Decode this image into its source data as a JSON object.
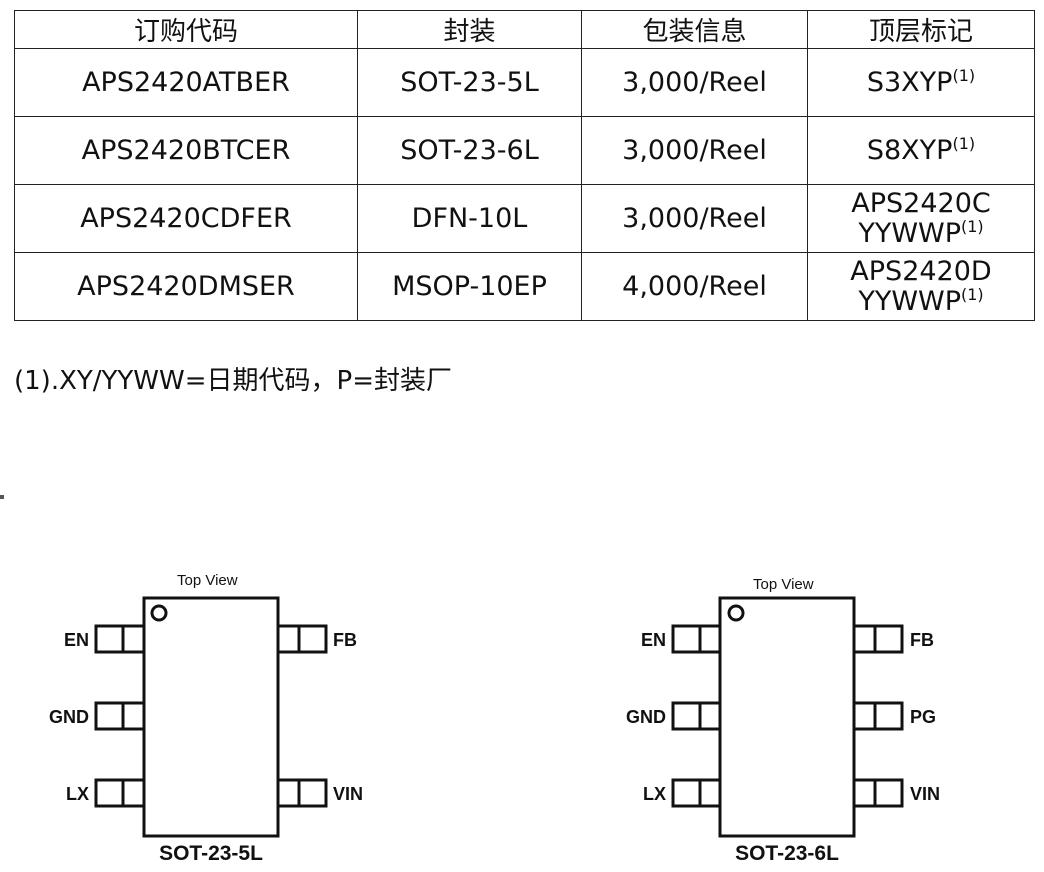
{
  "table": {
    "headers": [
      "订购代码",
      "封装",
      "包装信息",
      "顶层标记"
    ],
    "rows": [
      {
        "code": "APS2420ATBER",
        "package": "SOT-23-5L",
        "packing": "3,000/Reel",
        "mark_line1": "S3XYP",
        "mark_line2": "",
        "footnote": "(1)"
      },
      {
        "code": "APS2420BTCER",
        "package": "SOT-23-6L",
        "packing": "3,000/Reel",
        "mark_line1": "S8XYP",
        "mark_line2": "",
        "footnote": "(1)"
      },
      {
        "code": "APS2420CDFER",
        "package": "DFN-10L",
        "packing": "3,000/Reel",
        "mark_line1": "APS2420C",
        "mark_line2": "YYWWP",
        "footnote": "(1)"
      },
      {
        "code": "APS2420DMSER",
        "package": "MSOP-10EP",
        "packing": "4,000/Reel",
        "mark_line1": "APS2420D",
        "mark_line2": "YYWWP",
        "footnote": "(1)"
      }
    ]
  },
  "note": "(1).XY/YYWW=日期代码，P=封装厂",
  "diagrams": [
    {
      "top_view": "Top View",
      "title": "SOT-23-5L",
      "left_pins": [
        "EN",
        "GND",
        "LX"
      ],
      "right_pins": [
        "FB",
        "",
        "VIN"
      ]
    },
    {
      "top_view": "Top View",
      "title": "SOT-23-6L",
      "left_pins": [
        "EN",
        "GND",
        "LX"
      ],
      "right_pins": [
        "FB",
        "PG",
        "VIN"
      ]
    }
  ]
}
